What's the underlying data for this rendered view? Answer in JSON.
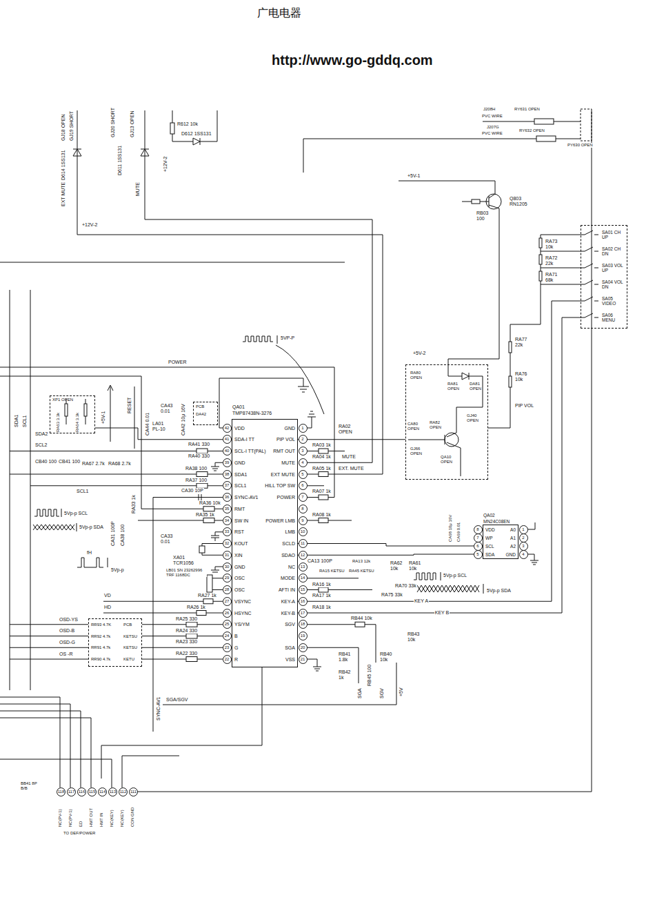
{
  "diagram": {
    "nodes": [
      {
        "text": [
          "QA01",
          "TMP87438N-3276",
          "VDD",
          "SDA-I TT",
          "SCL-I TT(PAL)",
          "GND",
          "SDA1",
          "SCL1",
          "SYNC-AV1",
          "RMT",
          "SW IN",
          "RST",
          "KOUT",
          "XIN",
          "GND",
          "OSC",
          "OSC",
          "VSYNC",
          "HSYNC",
          "YS/YM",
          "B",
          "G",
          "R",
          "GND",
          "PIP VOL",
          "RMT OUT",
          "MUTE",
          "EXT MUTE",
          "HILL TOP SW",
          "POWER",
          "POWER LMB",
          "LMB",
          "SCLD",
          "SDAO",
          "NC",
          "MODE",
          "AFTI IN",
          "KEY-A",
          "KEY-B",
          "SGV",
          "SGA",
          "VSS"
        ]
      },
      {
        "text": [
          "QA02",
          "MN24C08EN",
          "VDD",
          "WP",
          "SCL",
          "SDA",
          "A0",
          "A1",
          "A2",
          "GND"
        ]
      },
      {
        "text": [
          "RA80 OPEN",
          "RA81 OPEN",
          "DA81 OPEN",
          "GJ40 OPEN",
          "CA80 OPEN",
          "RA82 OPEN",
          "GJ66 OPEN",
          "QA10 OPEN"
        ]
      },
      {
        "text": [
          "SA01 CH UP",
          "SA02 CH DN",
          "SA03 VOL UP",
          "SA04 VOL DN",
          "SA05 VIDEO",
          "SA06 MENU"
        ]
      },
      {
        "text": [
          "BB41 8P B/B",
          "118",
          "117",
          "116",
          "115",
          "114",
          "113",
          "112",
          "111",
          "NC(PV-1)",
          "NC(PV-1)",
          "ED",
          "HMT OUT",
          "HMT IN",
          "NC(KEY)",
          "NC(KEY)",
          "CON GND",
          "TO DEF/POWER"
        ]
      },
      {
        "text": [
          "XP1 OPEN",
          "RA63 3.3k",
          "RA64 3.3k"
        ]
      },
      {
        "text": [
          "PCB",
          "DA42"
        ]
      },
      {
        "text": [
          "RR93 4.7K",
          "PCB",
          "RR92 4.7k",
          "KETSU",
          "RR91 4.7k",
          "KETSU",
          "RR90 4.7k",
          "KETU"
        ]
      }
    ],
    "edges": [
      {
        "from": 0,
        "to": 1,
        "arrow": "none"
      },
      {
        "from": 0,
        "to": 1,
        "arrow": "none"
      },
      {
        "from": 0,
        "to": 3,
        "label": "KEY A",
        "arrow": "none"
      },
      {
        "from": 0,
        "to": 3,
        "label": "KEY B",
        "arrow": "none"
      },
      {
        "from": 0,
        "to": 2,
        "arrow": "none"
      },
      {
        "from": 4,
        "to": 0,
        "arrow": "none"
      },
      {
        "from": 7,
        "to": 0,
        "arrow": "none"
      },
      {
        "from": 5,
        "to": 0,
        "arrow": "none"
      }
    ],
    "labels": [
      "广电电器",
      "http://www.go-gddq.com",
      "GJ18 OPEN",
      "GJ19 SHORT",
      "D614 1SS131",
      "EXT MUTE",
      "GJ20 SHORT",
      "GJ13 OPEN",
      "D611 1SS131",
      "MUTE",
      "R612 10k",
      "D612 1SS131",
      "+12V-2",
      "+12V-2",
      "J208H",
      "PVC WIRE",
      "J207G",
      "PVC WIRE",
      "RY631 OPEN",
      "RY632 OPEN",
      "PY630 OPEN",
      "+5V-1",
      "Q803 RN1205",
      "RB03 100",
      "RA73 10k",
      "RA72 22k",
      "RA71 68k",
      "RA77 22k",
      "RA76 10k",
      "PIP VOL",
      "+5V-2",
      "5VP-P",
      "POWER",
      "RESET",
      "+5V-1",
      "SDA1",
      "SCL1",
      "CA43 0.01",
      "CA44 0.01",
      "LA01 PL-10",
      "CA42 10μ 16V",
      "SDA2",
      "SCL2",
      "CB40 100",
      "CB41 100",
      "RA67 2.7k",
      "RA68 2.7k",
      "SCL1",
      "RA33 1k",
      "5Vp-p SCL",
      "5Vp-p SDA",
      "CA31 100P",
      "CA38 100",
      "RA41 330",
      "RA40 330",
      "RA38 100",
      "RA37 100",
      "CA30 10P",
      "RA36 10k",
      "RA35 1k",
      "CA33 0.01",
      "XA01 TCR1056",
      "LB01 SN 23262996 TRF 1168DC",
      "RA27 1k",
      "VD",
      "HD",
      "RA26 1k",
      "RA25 330",
      "RA24 330",
      "RA23 330",
      "RA22 330",
      "OSD-YS",
      "OSD-B",
      "OSD-G",
      "OS -R",
      "SYNC-AV1",
      "SGA/SGV",
      "RA02 OPEN",
      "RA03 1k",
      "RA04 1k",
      "RA05 1k",
      "RA07 1k",
      "RA08 1k",
      "MUTE",
      "EXT. MUTE",
      "CA13 100P",
      "RA13 12k",
      "RA15 KETSU",
      "RA45 KETSU",
      "RA16 1k",
      "RA17 1k",
      "RA18 1k",
      "RB44 10k",
      "RB43 10k",
      "RB41 1.8k",
      "RB40 10k",
      "RB42 1k",
      "RB45 100",
      "SGA",
      "SGV",
      "+5V",
      "RA62 10k",
      "RA61 10k",
      "RA70 33k",
      "RA75 33k",
      "5Vp-p SCL",
      "5Vp-p SDA",
      "CA68 10μ 16V",
      "CA69 0.01",
      "fH",
      "5Vp-p",
      "42",
      "41",
      "40",
      "39",
      "38",
      "37",
      "36",
      "35",
      "34",
      "33",
      "32",
      "31",
      "30",
      "29",
      "28",
      "27",
      "26",
      "25",
      "24",
      "23",
      "22",
      "1",
      "2",
      "3",
      "4",
      "5",
      "6",
      "7",
      "8",
      "9",
      "10",
      "11",
      "12",
      "13",
      "14",
      "15",
      "16",
      "17",
      "18",
      "19",
      "20",
      "21",
      "8",
      "7",
      "6",
      "5",
      "1",
      "2",
      "3",
      "4"
    ]
  }
}
